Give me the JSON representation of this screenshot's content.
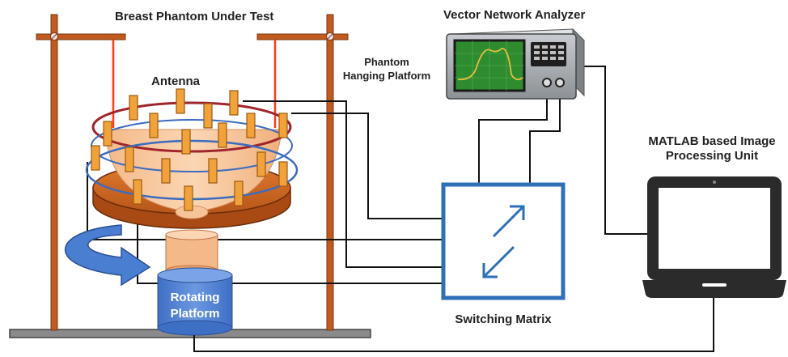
{
  "labels": {
    "phantom_title": "Breast Phantom Under Test",
    "vna": "Vector Network Analyzer",
    "antenna": "Antenna",
    "hanging_line1": "Phantom",
    "hanging_line2": "Hanging Platform",
    "matlab_line1": "MATLAB based Image",
    "matlab_line2": "Processing Unit",
    "rotating_line1": "Rotating",
    "rotating_line2": "Platform",
    "switching_matrix": "Switching Matrix"
  },
  "colors": {
    "stand_brown": "#c05a1e",
    "stand_dark": "#7a3a10",
    "hanging_wire": "#ff3b1f",
    "antenna_orange": "#f2a23a",
    "antenna_edge": "#9a5a10",
    "phantom_skin": "#f7c49a",
    "platform_disc": "#d2691e",
    "ring_red": "#a0242c",
    "ring_blue": "#3c6cc0",
    "arrow_blue": "#4a7ed0",
    "rotating_base": "#4a7ed0",
    "switch_border": "#2f6fb8",
    "vna_body": "#9aa0a6",
    "vna_screen": "#2e8b2e",
    "vna_trace": "#e0c040",
    "laptop_dark": "#2b2b2b",
    "ground": "#8a8a8a",
    "wire": "#111111"
  }
}
